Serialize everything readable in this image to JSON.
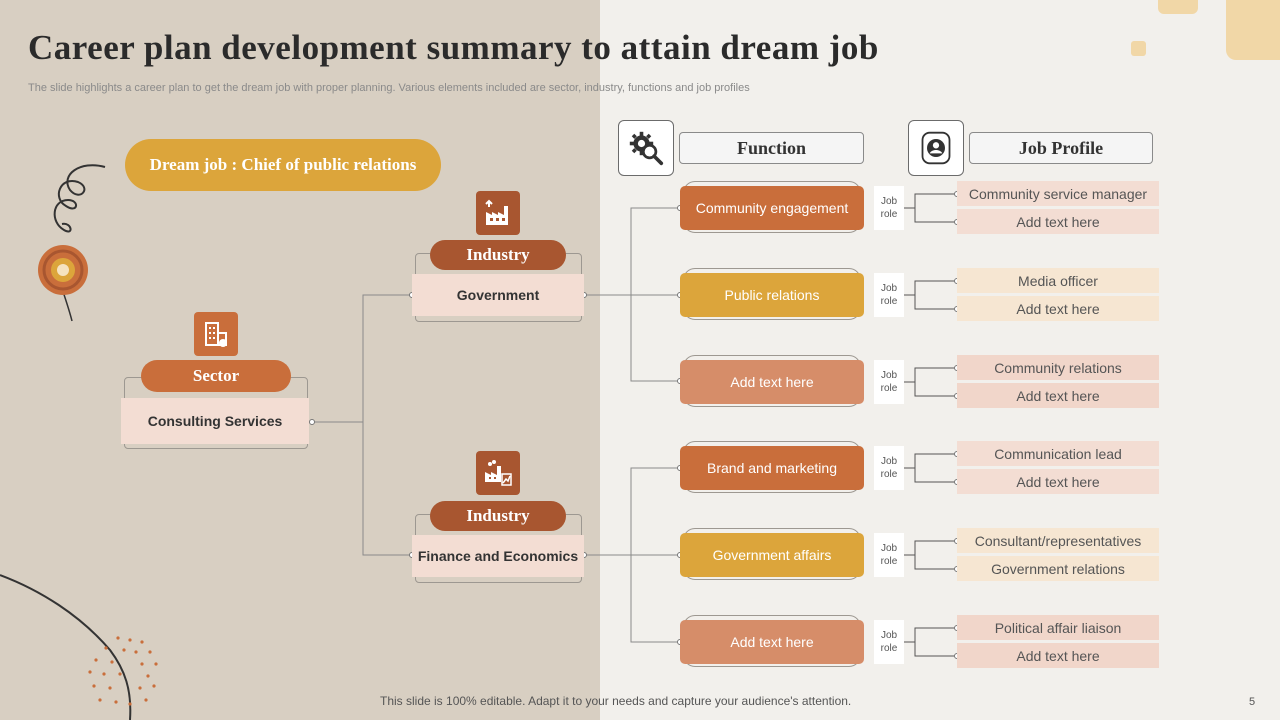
{
  "title": "Career plan development summary to attain dream job",
  "subtitle": "The slide highlights a career plan to get the dream job with proper planning. Various elements included are sector, industry, functions and job profiles",
  "dream_job": "Dream job : Chief of public relations",
  "sector": {
    "label": "Sector",
    "value": "Consulting Services"
  },
  "industries": [
    {
      "label": "Industry",
      "value": "Government"
    },
    {
      "label": "Industry",
      "value": "Finance and Economics"
    }
  ],
  "headers": {
    "function": "Function",
    "job_profile": "Job Profile"
  },
  "job_role_label_1": "Job",
  "job_role_label_2": "role",
  "functions": [
    {
      "label": "Community engagement",
      "color": "#c96e3b",
      "profiles": [
        "Community service manager",
        "Add text here"
      ],
      "profile_color": "#f3ddd3"
    },
    {
      "label": "Public relations",
      "color": "#dca53b",
      "profiles": [
        "Media officer",
        "Add text here"
      ],
      "profile_color": "#f6e6d2"
    },
    {
      "label": "Add text here",
      "color": "#d68d69",
      "profiles": [
        "Community relations",
        "Add text here"
      ],
      "profile_color": "#f1d6ca"
    },
    {
      "label": "Brand and marketing",
      "color": "#c96e3b",
      "profiles": [
        "Communication lead",
        "Add text here"
      ],
      "profile_color": "#f3ddd3"
    },
    {
      "label": "Government affairs",
      "color": "#dca53b",
      "profiles": [
        "Consultant/representatives",
        "Government relations"
      ],
      "profile_color": "#f6e6d2"
    },
    {
      "label": "Add text here",
      "color": "#d68d69",
      "profiles": [
        "Political affair liaison",
        "Add text here"
      ],
      "profile_color": "#f1d6ca"
    }
  ],
  "footer": "This slide is 100% editable. Adapt it to your needs and capture your audience's attention.",
  "page_number": "5",
  "icons": {
    "sector": "building-icon",
    "industry_1": "factory-icon",
    "industry_2": "factory-chart-icon",
    "function": "gear-search-icon",
    "job_profile": "user-badge-icon"
  },
  "colors": {
    "accent_orange": "#c96e3b",
    "accent_gold": "#dca53b",
    "dark_orange": "#a85630",
    "left_panel": "#d8cfc2"
  }
}
